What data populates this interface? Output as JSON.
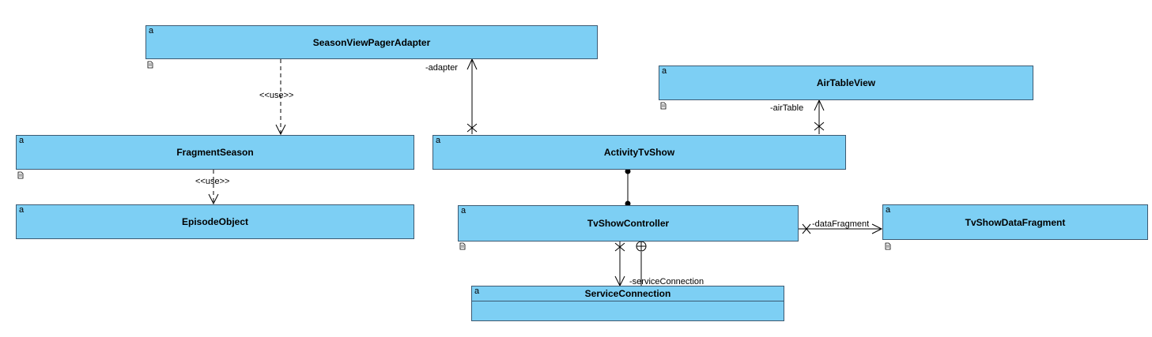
{
  "classes": {
    "season_view_pager_adapter": {
      "stereotype": "a",
      "name": "SeasonViewPagerAdapter"
    },
    "fragment_season": {
      "stereotype": "a",
      "name": "FragmentSeason"
    },
    "episode_object": {
      "stereotype": "a",
      "name": "EpisodeObject"
    },
    "activity_tv_show": {
      "stereotype": "a",
      "name": "ActivityTvShow"
    },
    "air_table_view": {
      "stereotype": "a",
      "name": "AirTableView"
    },
    "tv_show_controller": {
      "stereotype": "a",
      "name": "TvShowController"
    },
    "tv_show_data_fragment": {
      "stereotype": "a",
      "name": "TvShowDataFragment"
    },
    "service_connection": {
      "stereotype": "a",
      "name": "ServiceConnection"
    }
  },
  "relations": {
    "use_1": "<<use>>",
    "use_2": "<<use>>",
    "adapter": "-adapter",
    "air_table": "-airTable",
    "data_fragment": "-dataFragment",
    "service_connection": "-serviceConnection"
  },
  "colors": {
    "class_fill": "#7dcff4",
    "class_border": "#3c5a72",
    "line": "#000000"
  }
}
